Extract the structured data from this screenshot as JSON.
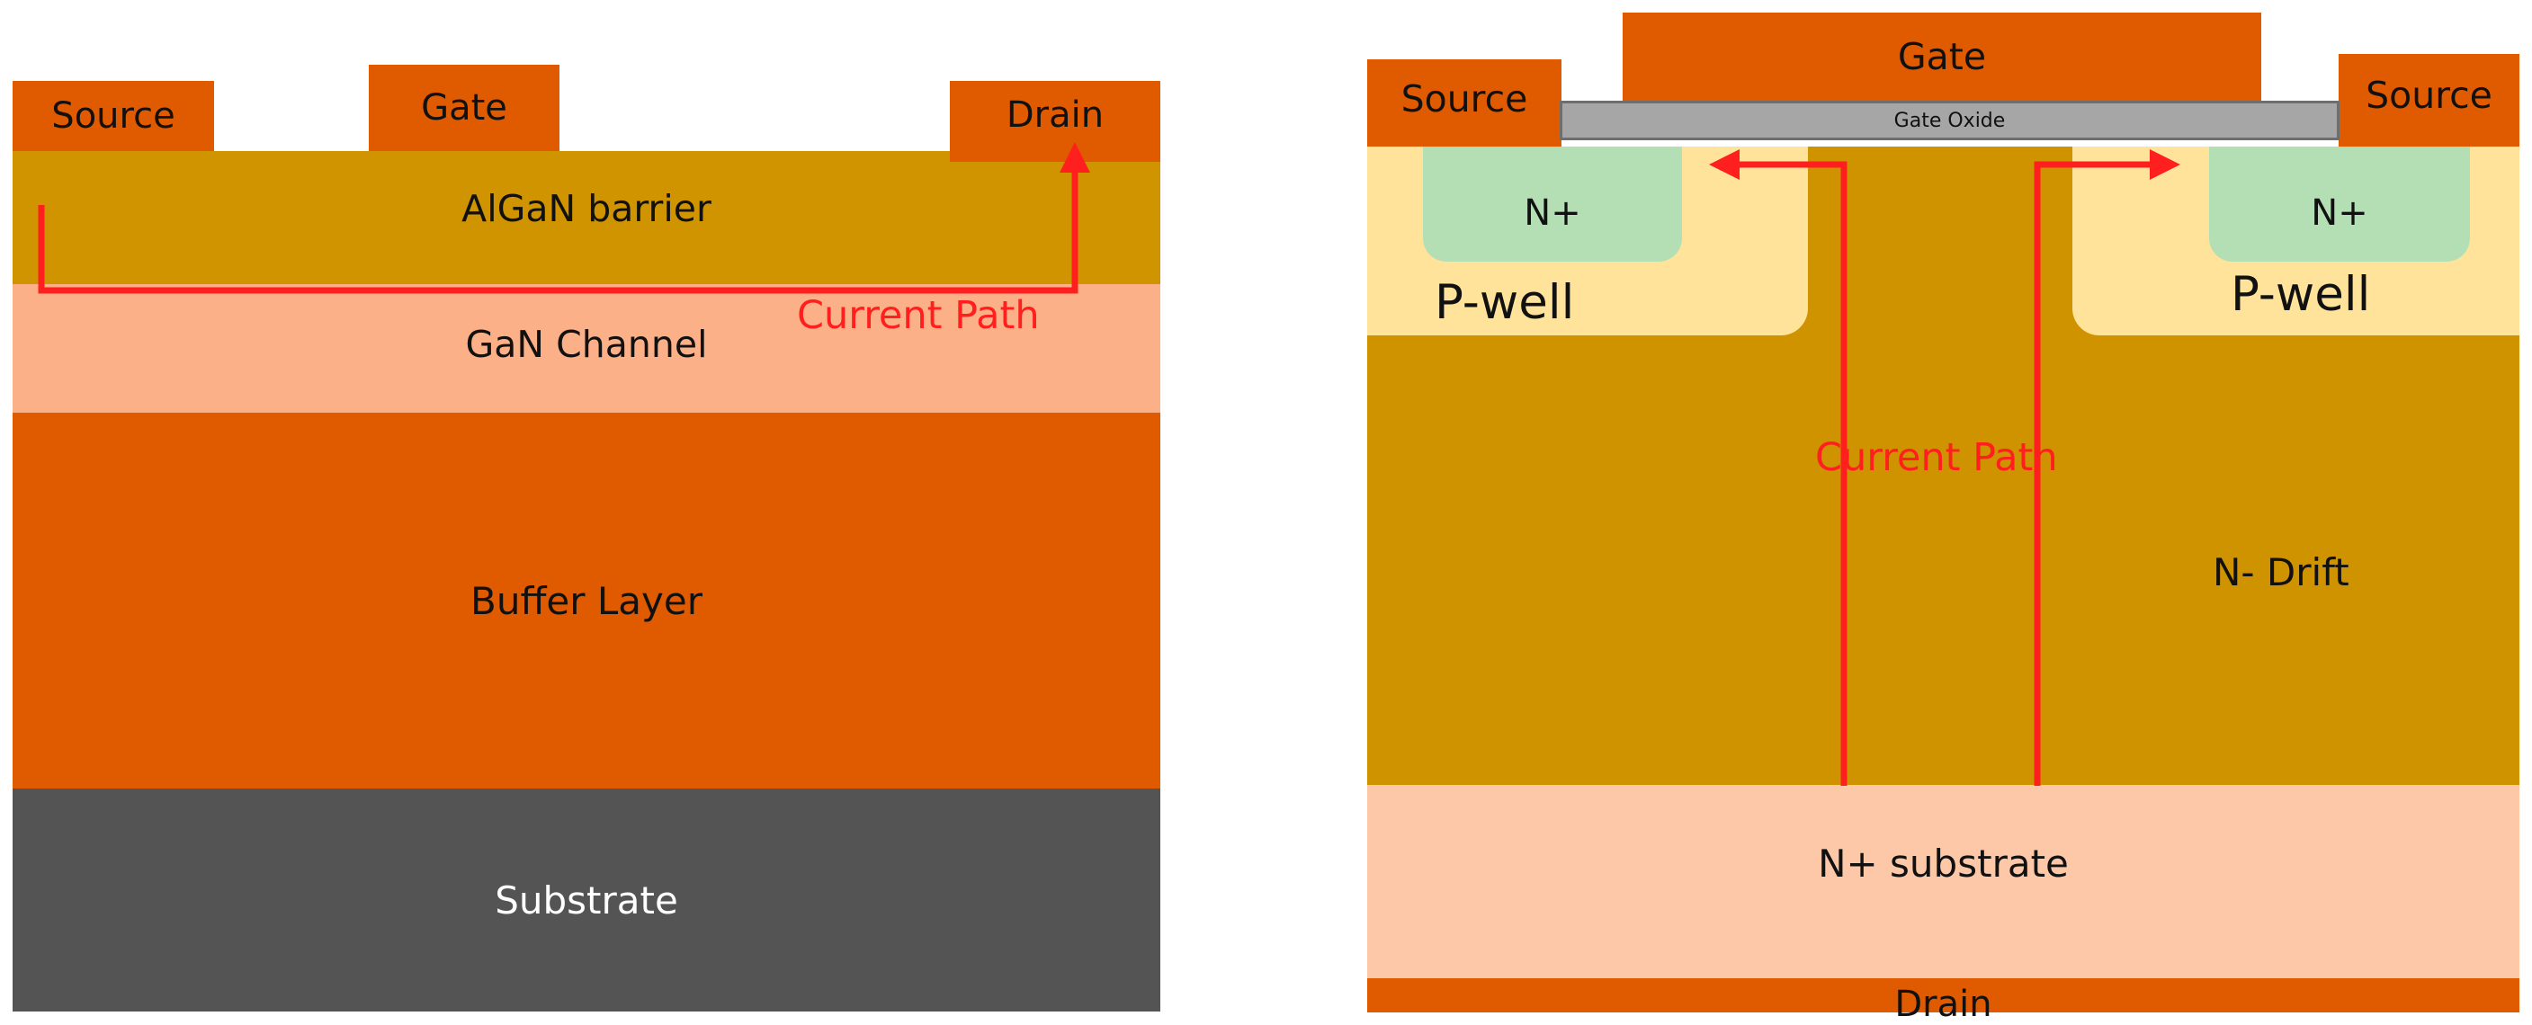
{
  "hemt": {
    "source": "Source",
    "gate": "Gate",
    "drain": "Drain",
    "algan_barrier": "AlGaN barrier",
    "gan_channel": "GaN Channel",
    "buffer_layer": "Buffer Layer",
    "substrate": "Substrate",
    "current_path": "Current Path"
  },
  "mosfet": {
    "source_left": "Source",
    "gate": "Gate",
    "source_right": "Source",
    "gate_oxide": "Gate Oxide",
    "n_plus_left": "N+",
    "n_plus_right": "N+",
    "p_well_left": "P-well",
    "p_well_right": "P-well",
    "current_path": "Current Path",
    "n_drift": "N- Drift",
    "n_substrate": "N+ substrate",
    "drain": "Drain"
  },
  "colors": {
    "contact": "#e05a00",
    "algan": "#d09400",
    "gan": "#fcb088",
    "buffer": "#e05a00",
    "substrate": "#545454",
    "drift": "#cf9300",
    "p_well": "#ffe39a",
    "n_plus": "#b4dfb4",
    "n_sub": "#fcc8a8",
    "oxide": "#a6a6a6",
    "current": "#ff1f1f"
  }
}
